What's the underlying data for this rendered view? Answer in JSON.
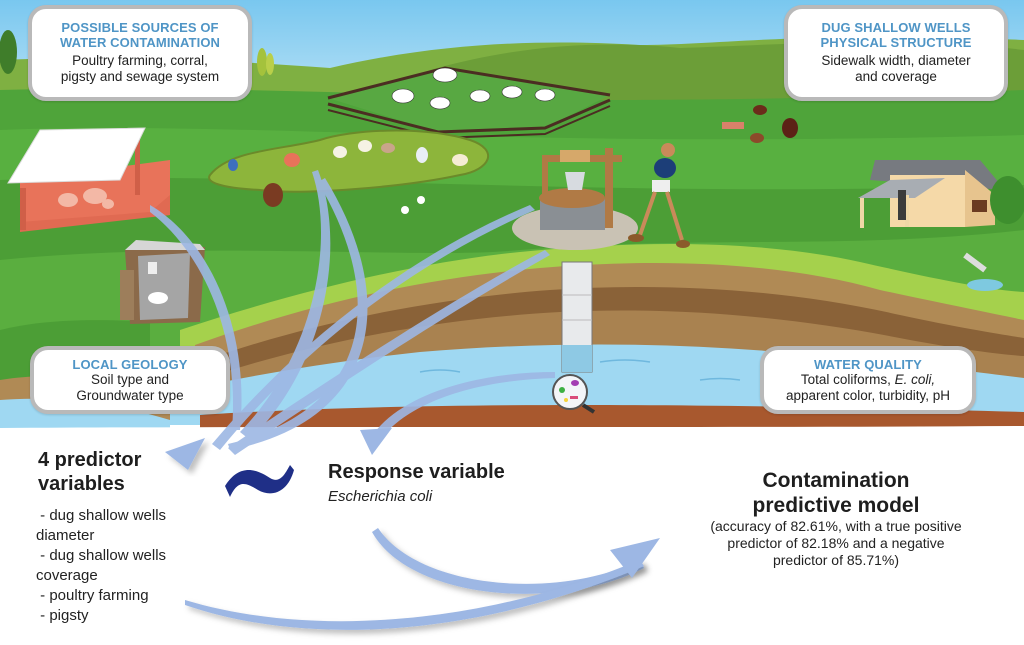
{
  "colors": {
    "sky_top": "#79c7ef",
    "sky_bottom": "#b9e3f6",
    "grass_dark": "#3f9a3a",
    "grass_mid": "#5aae3f",
    "grass_light": "#9ccf4a",
    "soil_light": "#b08a55",
    "soil_dark": "#8a6238",
    "groundwater": "#9fd8f2",
    "bedrock": "#a8582e",
    "arrow": "#9db7e4",
    "tilde": "#1f2f87",
    "box_title": "#4f95c6",
    "box_border": "#b9b9b9"
  },
  "boxes": {
    "sources": {
      "title_line1": "POSSIBLE SOURCES OF",
      "title_line2": "WATER CONTAMINATION",
      "text_line1": "Poultry farming, corral,",
      "text_line2": "pigsty and sewage system"
    },
    "structure": {
      "title_line1": "DUG SHALLOW WELLS",
      "title_line2": "PHYSICAL STRUCTURE",
      "text_line1": "Sidewalk width, diameter",
      "text_line2": "and coverage"
    },
    "geology": {
      "title": "LOCAL GEOLOGY",
      "text_line1": "Soil type and",
      "text_line2": "Groundwater type"
    },
    "quality": {
      "title": "WATER QUALITY",
      "text_line1a": "Total coliforms, ",
      "text_line1b": "E. coli,",
      "text_line2": "apparent color, turbidity, pH"
    }
  },
  "predictors": {
    "title_line1": "4 predictor",
    "title_line2": "variables",
    "items": [
      " - dug shallow wells",
      "diameter",
      " - dug shallow wells",
      "coverage",
      " - poultry farming",
      " - pigsty"
    ]
  },
  "tilde": "~",
  "response": {
    "title": "Response variable",
    "subtitle": "Escherichia coli"
  },
  "model": {
    "title_line1": "Contamination",
    "title_line2": "predictive model",
    "detail_line1": "(accuracy of 82.61%, with a true positive",
    "detail_line2": "predictor of 82.18% and a negative",
    "detail_line3": "predictor of 85.71%)"
  },
  "scene_elements": [
    "pigsty",
    "latrine",
    "corral-with-cows",
    "poultry",
    "well-with-man",
    "well-shaft",
    "magnifier-bacteria",
    "house",
    "drain-pipe"
  ]
}
